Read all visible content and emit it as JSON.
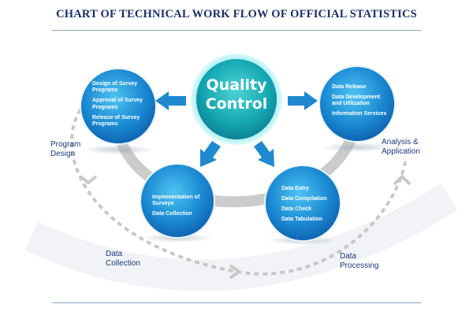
{
  "title": "CHART OF TECHNICAL WORK FLOW OF OFFICIAL STATISTICS",
  "center": {
    "label_line1": "Quality",
    "label_line2": "Control"
  },
  "nodes": {
    "program_design": [
      "Design of Survey Programs",
      "Approval of Survey Programs",
      "Release of Survey Programs"
    ],
    "analysis_application": [
      "Data Release",
      "Data Development and Utilization",
      "Information Services"
    ],
    "data_collection": [
      "Implementation of Surveys",
      "Data Collection"
    ],
    "data_processing": [
      "Data Entry",
      "Data Compilation",
      "Data Check",
      "Data Tabulation"
    ]
  },
  "stages": {
    "program_design": "Program\nDesign",
    "analysis_application": "Analysis &\nApplication",
    "data_collection": "Data\nCollection",
    "data_processing": "Data\nProcessing"
  },
  "colors": {
    "title": "#1a2f6b",
    "node": "#1e8fd6",
    "center": "#19b3b8",
    "arrow": "#1e88d0",
    "track": "#cfcfcf"
  }
}
